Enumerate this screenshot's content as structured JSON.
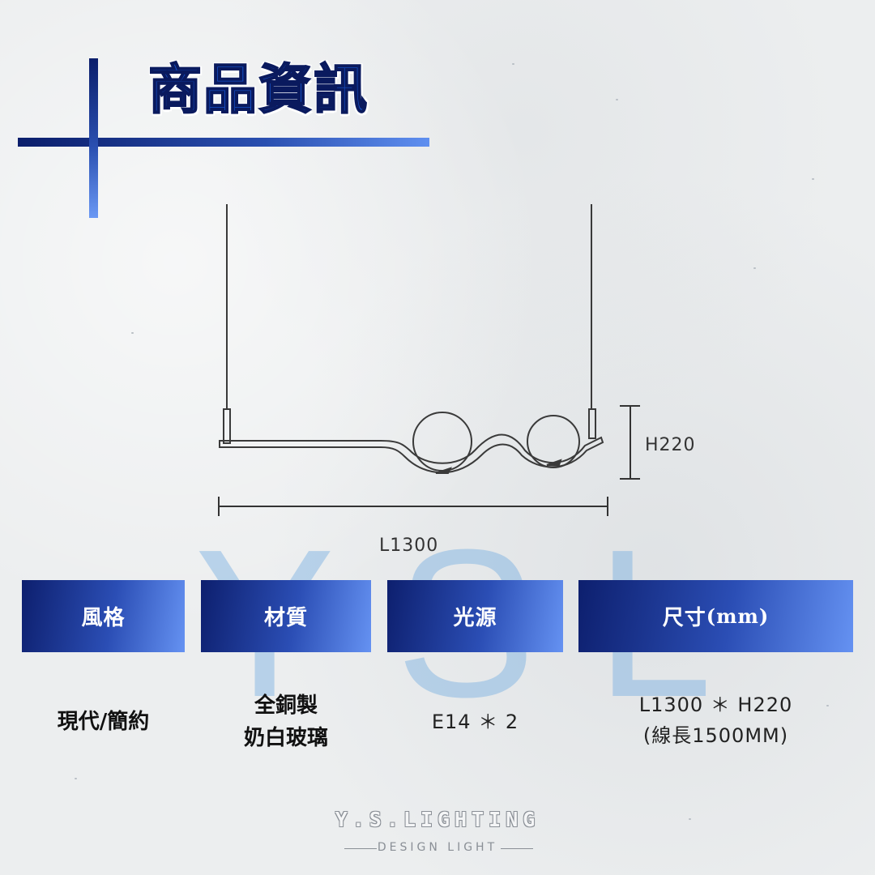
{
  "header": {
    "title": "商品資訊"
  },
  "watermark": {
    "letters": [
      "Y",
      "S",
      "L"
    ]
  },
  "diagram": {
    "height_label": "H220",
    "length_label": "L1300"
  },
  "specs": {
    "columns": [
      {
        "label": "風格",
        "value_lines": [
          "現代/簡約"
        ]
      },
      {
        "label": "材質",
        "value_lines": [
          "全銅製",
          "奶白玻璃"
        ]
      },
      {
        "label": "光源",
        "value_lines": [
          "E14 ＊ 2"
        ]
      },
      {
        "label_main": "尺寸",
        "label_unit": "(mm)",
        "value_lines": [
          "L1300 ＊ H220",
          "(線長1500MM)"
        ]
      }
    ]
  },
  "brand": {
    "name": "Y.S.LIGHTING",
    "tagline": "DESIGN LIGHT"
  },
  "colors": {
    "accent_dark": "#0b1e6b",
    "accent_light": "#6592f2",
    "title_fill": "#1552c9"
  }
}
